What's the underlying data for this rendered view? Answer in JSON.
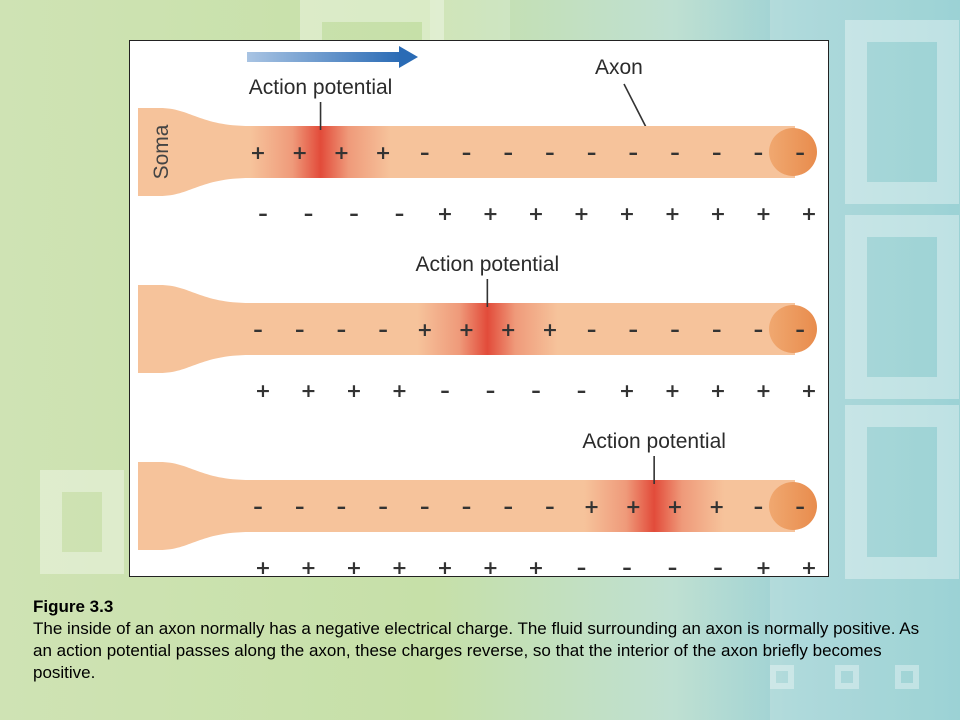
{
  "figure": {
    "axon_label": "Axon",
    "soma_label": "Soma",
    "action_label": "Action potential",
    "rows": [
      {
        "ap_at": 4,
        "inside": [
          "+",
          "+",
          "+",
          "+",
          "–",
          "–",
          "–",
          "–",
          "–",
          "–",
          "–",
          "–",
          "–",
          "–"
        ],
        "outside": [
          "–",
          "–",
          "–",
          "–",
          "+",
          "+",
          "+",
          "+",
          "+",
          "+",
          "+",
          "+",
          "+"
        ]
      },
      {
        "ap_at": 8,
        "inside": [
          "–",
          "–",
          "–",
          "–",
          "+",
          "+",
          "+",
          "+",
          "–",
          "–",
          "–",
          "–",
          "–",
          "–"
        ],
        "outside": [
          "+",
          "+",
          "+",
          "+",
          "–",
          "–",
          "–",
          "–",
          "+",
          "+",
          "+",
          "+",
          "+"
        ]
      },
      {
        "ap_at": 12,
        "inside": [
          "–",
          "–",
          "–",
          "–",
          "–",
          "–",
          "–",
          "–",
          "+",
          "+",
          "+",
          "+",
          "–",
          "–"
        ],
        "outside": [
          "+",
          "+",
          "+",
          "+",
          "+",
          "+",
          "+",
          "–",
          "–",
          "–",
          "–",
          "+",
          "+"
        ]
      }
    ]
  },
  "caption": {
    "title": "Figure 3.3",
    "text": "The inside of an axon normally has a negative electrical charge. The fluid surrounding an axon is normally positive. As an action potential passes along the axon, these charges reverse, so that the interior of the axon briefly becomes positive."
  }
}
